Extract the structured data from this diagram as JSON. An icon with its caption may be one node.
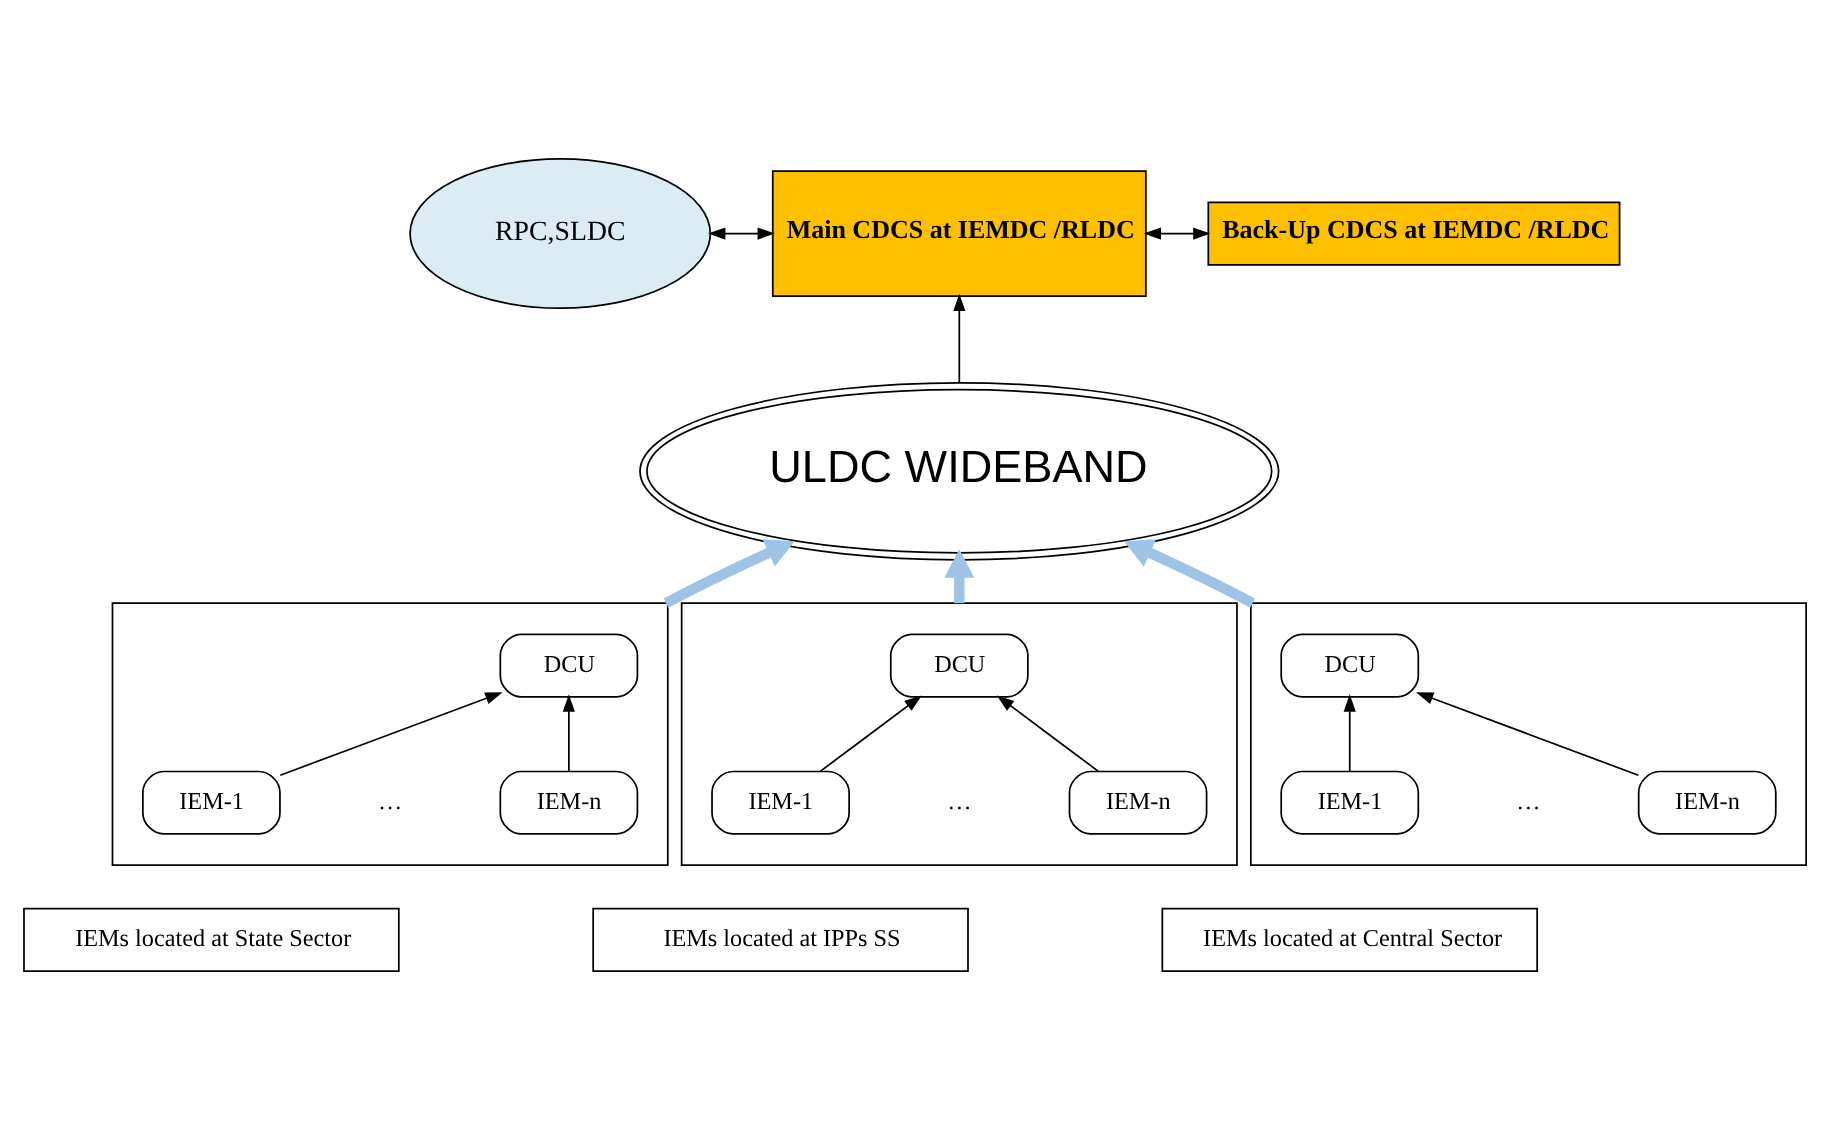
{
  "diagram": {
    "nodes": [
      {
        "text": [
          "RPC,SLDC"
        ]
      },
      {
        "text": [
          "Main CDCS at IEMDC /RLDC"
        ]
      },
      {
        "text": [
          "Back-Up CDCS at IEMDC /RLDC"
        ]
      },
      {
        "text": [
          "ULDC WIDEBAND"
        ]
      },
      {
        "text": [],
        "shape": "box"
      },
      {
        "text": [
          "DCU"
        ],
        "in": 4
      },
      {
        "text": [
          "IEM-1"
        ],
        "in": 4
      },
      {
        "text": [
          "IEM-n"
        ],
        "in": 4
      },
      {
        "text": [],
        "shape": "box"
      },
      {
        "text": [
          "DCU"
        ],
        "in": 8
      },
      {
        "text": [
          "IEM-1"
        ],
        "in": 8
      },
      {
        "text": [
          "IEM-n"
        ],
        "in": 8
      },
      {
        "text": [],
        "shape": "box"
      },
      {
        "text": [
          "DCU"
        ],
        "in": 12
      },
      {
        "text": [
          "IEM-1"
        ],
        "in": 12
      },
      {
        "text": [
          "IEM-n"
        ],
        "in": 12
      },
      {
        "text": [
          "IEMs located at State Sector"
        ]
      },
      {
        "text": [
          "IEMs located at IPPs SS"
        ]
      },
      {
        "text": [
          "IEMs located at Central Sector"
        ]
      }
    ],
    "edges": [
      {
        "from": 0,
        "to": 1,
        "arrow": "both"
      },
      {
        "from": 1,
        "to": 2,
        "arrow": "both"
      },
      {
        "from": 3,
        "to": 1,
        "arrow": "to"
      },
      {
        "from": 4,
        "to": 3,
        "arrow": "to",
        "style": "thick",
        "color": "#9dc3e6"
      },
      {
        "from": 8,
        "to": 3,
        "arrow": "to",
        "style": "thick",
        "color": "#9dc3e6"
      },
      {
        "from": 12,
        "to": 3,
        "arrow": "to",
        "style": "thick",
        "color": "#9dc3e6"
      },
      {
        "from": 6,
        "to": 5,
        "arrow": "to"
      },
      {
        "from": 7,
        "to": 5,
        "arrow": "to"
      },
      {
        "from": 10,
        "to": 9,
        "arrow": "to"
      },
      {
        "from": 11,
        "to": 9,
        "arrow": "to"
      },
      {
        "from": 14,
        "to": 13,
        "arrow": "to"
      },
      {
        "from": 15,
        "to": 13,
        "arrow": "to"
      }
    ],
    "labels": [
      "…",
      "…",
      "…"
    ]
  }
}
